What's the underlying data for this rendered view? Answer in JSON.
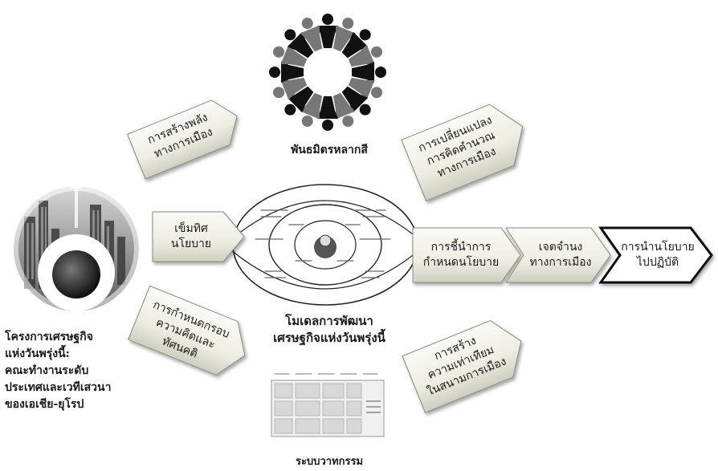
{
  "left_block": {
    "title": "โครงการเศรษฐกิจ\nแห่งวันพรุ่งนี้:\nคณะทำงานระดับ\nประเทศและเวทีเสวนา\nของเอเชีย-ยุโรป"
  },
  "left_arrows": [
    {
      "label": "การสร้างพลัง\nทางการเมือง"
    },
    {
      "label": "เข็มทิศ\nนโยบาย"
    },
    {
      "label": "การกำหนดกรอบ\nความคิดและ\nทัศนคติ"
    }
  ],
  "top_center": {
    "label": "พันธมิตรหลากสี"
  },
  "center": {
    "label": "โมเดลการพัฒนา\nเศรษฐกิจแห่งวันพรุ่งนี้"
  },
  "bottom_center": {
    "label": "ระบบวาทกรรม"
  },
  "right_arrows": {
    "top": {
      "label": "การเปลี่ยนแปลง\nการคิดคำนวณ\nทางการเมือง"
    },
    "bottom": {
      "label": "การสร้าง\nความเท่าเทียม\nในสนามการเมือง"
    }
  },
  "chain": [
    {
      "label": "การชี้นำการ\nกำหนดนโยบาย"
    },
    {
      "label": "เจตจำนง\nทางการเมือง"
    },
    {
      "label": "การนำนโยบาย\nไปปฏิบัติ"
    }
  ],
  "colors": {
    "arrow_light": "#f4f4ec",
    "arrow_dark": "#c8c8b8",
    "stroke": "#8a8a80",
    "ink": "#1a1a1a"
  }
}
